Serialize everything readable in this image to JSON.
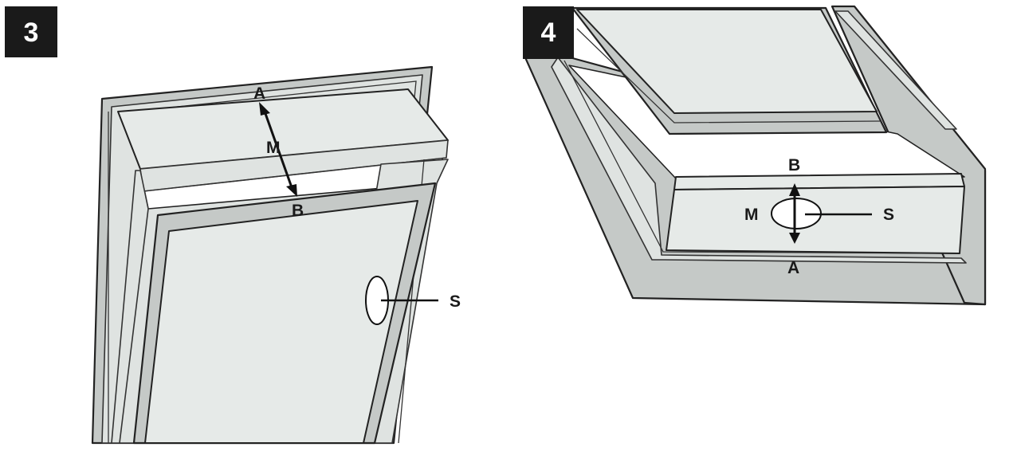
{
  "panels": [
    {
      "label": "3",
      "callouts": {
        "top_edge": "A",
        "middle": "M",
        "bottom_edge": "B",
        "handle": "S"
      }
    },
    {
      "label": "4",
      "callouts": {
        "top_edge": "B",
        "middle": "M",
        "bottom_edge": "A",
        "handle": "S"
      }
    }
  ],
  "colors": {
    "label_bg": "#1a1a1a",
    "label_text": "#ffffff",
    "frame": "#c5c9c7",
    "panel": "#e6eae8"
  }
}
